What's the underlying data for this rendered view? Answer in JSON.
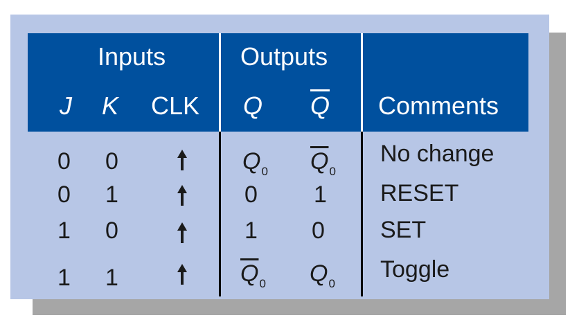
{
  "table": {
    "group_inputs": "Inputs",
    "group_outputs": "Outputs",
    "columns": {
      "j": "J",
      "k": "K",
      "clk": "CLK",
      "q": "Q",
      "qbar": "Q",
      "comments": "Comments"
    },
    "rows": [
      {
        "j": "0",
        "k": "0",
        "clk": "rising-edge-arrow-icon",
        "q": "Q",
        "q_sub": "0",
        "q_bar": false,
        "qbar": "Q",
        "qbar_sub": "0",
        "qbar_bar": true,
        "comment": "No change"
      },
      {
        "j": "0",
        "k": "1",
        "clk": "rising-edge-arrow-icon",
        "q": "0",
        "qbar": "1",
        "comment": "RESET"
      },
      {
        "j": "1",
        "k": "0",
        "clk": "rising-edge-arrow-icon",
        "q": "1",
        "qbar": "0",
        "comment": "SET"
      },
      {
        "j": "1",
        "k": "1",
        "clk": "rising-edge-arrow-icon",
        "q": "Q",
        "q_sub": "0",
        "q_bar": true,
        "qbar": "Q",
        "qbar_sub": "0",
        "qbar_bar": false,
        "comment": "Toggle"
      }
    ]
  },
  "colors": {
    "header_bg": "#00509e",
    "panel_bg": "#b7c6e6",
    "shadow": "#a6a6a6",
    "header_text": "#ffffff",
    "body_text": "#1a1a1a"
  }
}
